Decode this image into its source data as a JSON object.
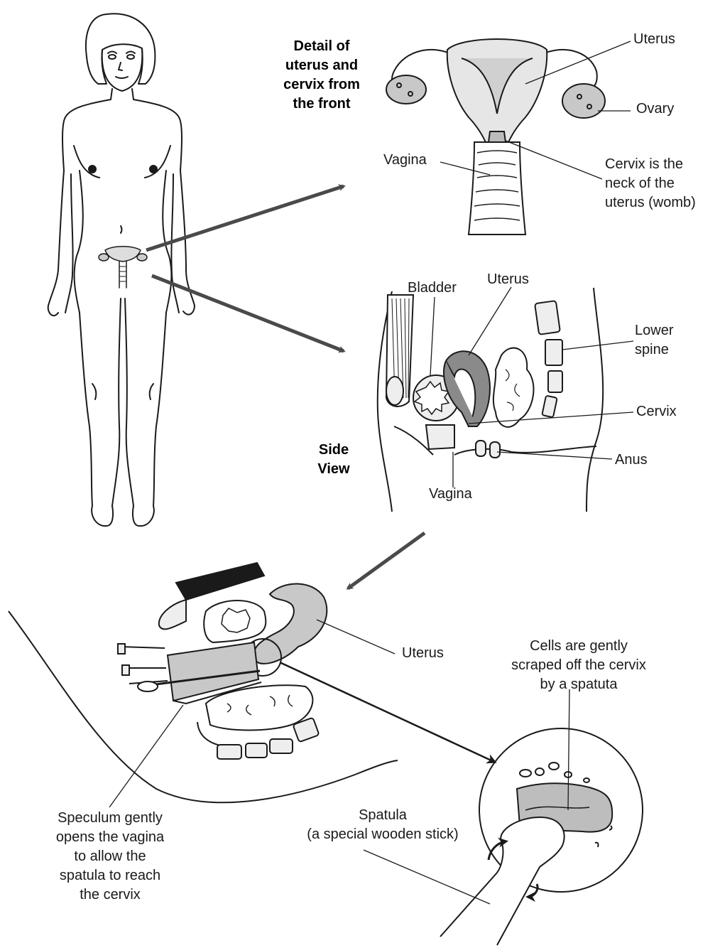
{
  "front_view": {
    "title": [
      "Detail of",
      "uterus and",
      "cervix from",
      "the front"
    ],
    "uterus": "Uterus",
    "ovary": "Ovary",
    "vagina": "Vagina",
    "cervix": [
      "Cervix is the",
      "neck of the",
      "uterus (womb)"
    ]
  },
  "side_view": {
    "title": [
      "Side",
      "View"
    ],
    "bladder": "Bladder",
    "uterus": "Uterus",
    "lower_spine": [
      "Lower",
      "spine"
    ],
    "cervix": "Cervix",
    "anus": "Anus",
    "vagina": "Vagina"
  },
  "procedure": {
    "uterus": "Uterus",
    "cells": [
      "Cells are gently",
      "scraped off the cervix",
      "by a spatuta"
    ],
    "speculum": [
      "Speculum gently",
      "opens the vagina",
      "to allow the",
      "spatula to reach",
      "the cervix"
    ],
    "spatula": [
      "Spatula",
      "(a special wooden stick)"
    ]
  },
  "colors": {
    "line": "#1a1a1a",
    "arrow": "#4a4a4a",
    "organ_fill": "#c8c8c8",
    "uterus_dark": "#8a8a8a"
  }
}
